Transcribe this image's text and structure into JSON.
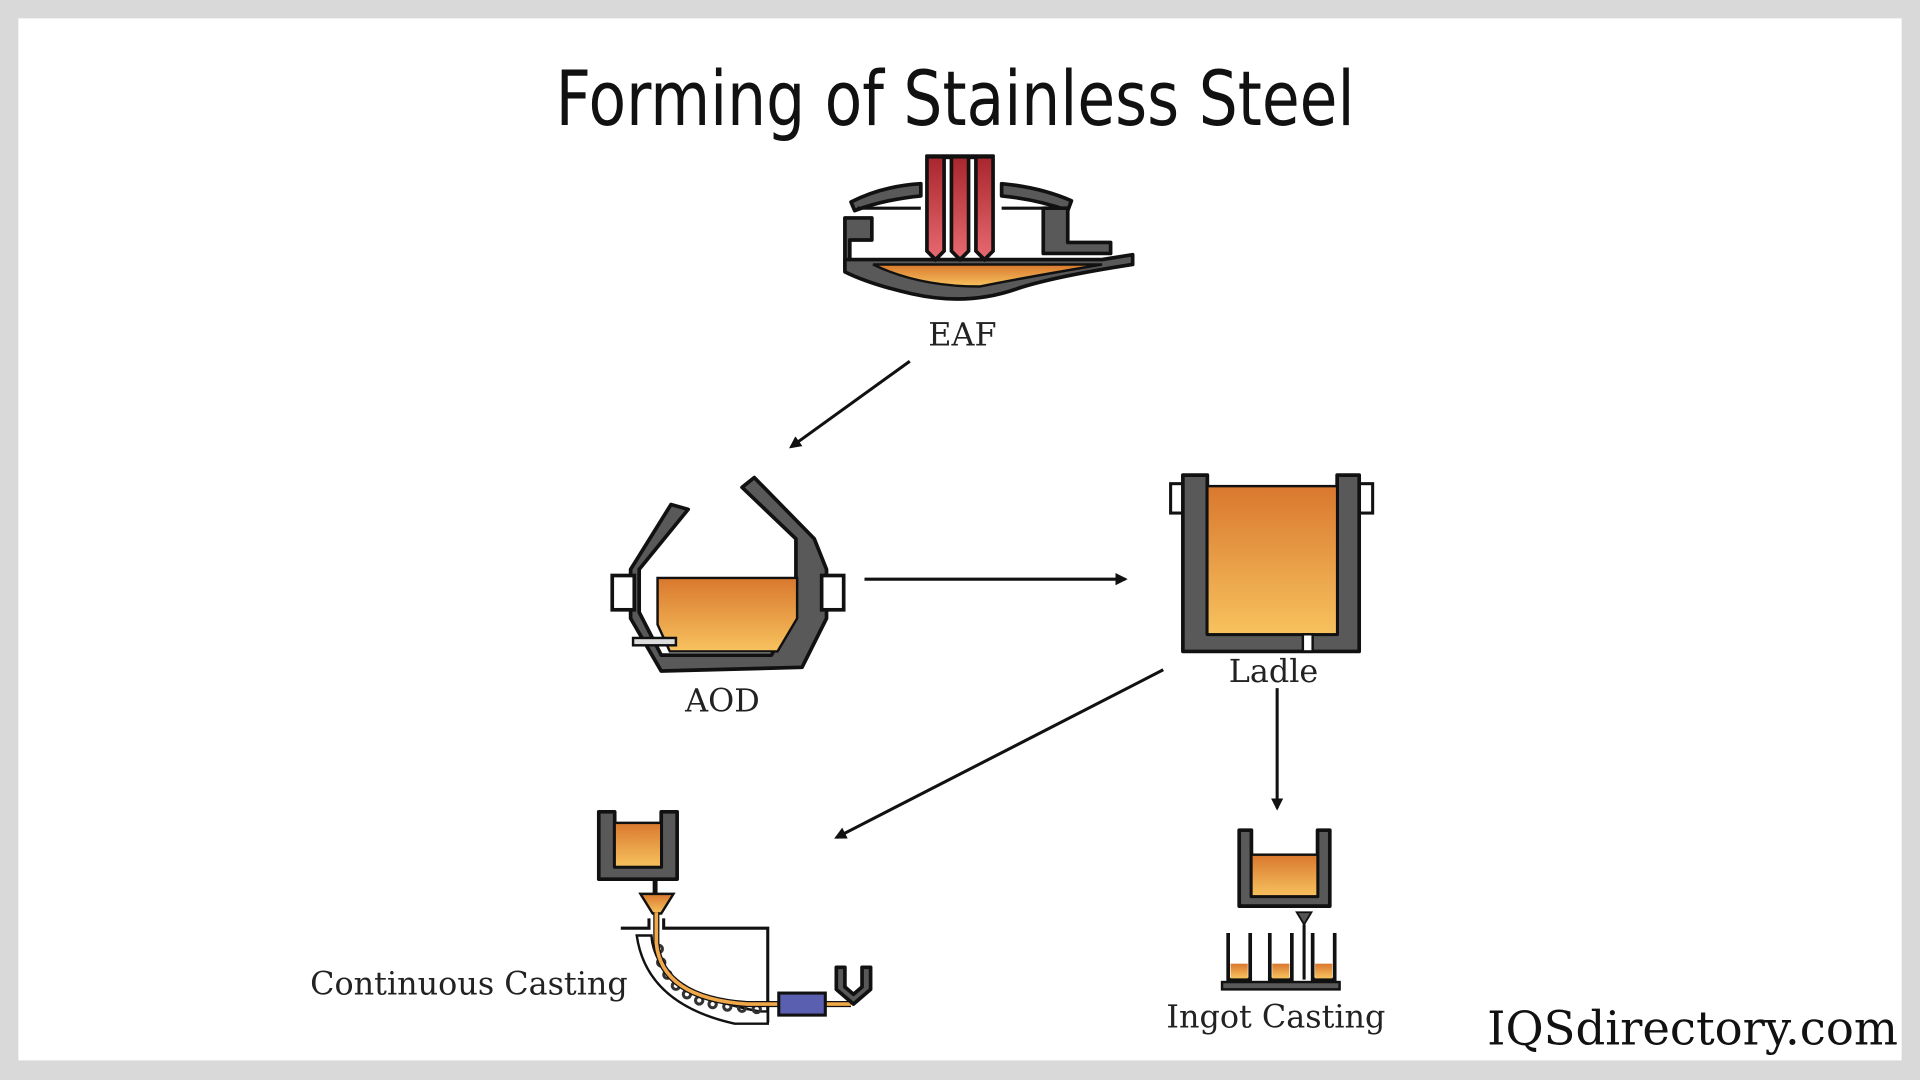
{
  "title": "Forming of Stainless Steel",
  "nodes": {
    "eaf": "EAF",
    "aod": "AOD",
    "ladle": "Ladle",
    "continuous_casting": "Continuous Casting",
    "ingot_casting": "Ingot Casting"
  },
  "brand": "IQSdirectory.com",
  "colors": {
    "molten": "#e8913a",
    "electrode": "#c0383f",
    "steel": "#595959",
    "roller": "#5b5fb0"
  }
}
